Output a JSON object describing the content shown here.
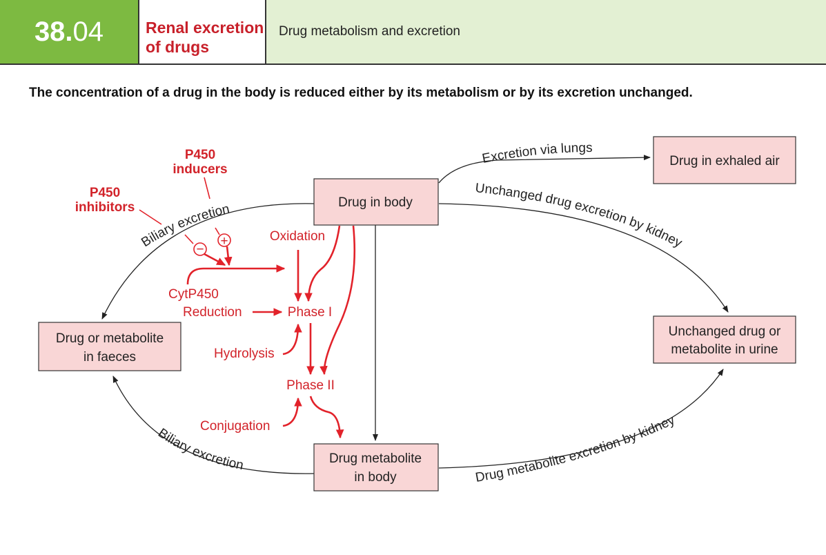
{
  "header": {
    "number_major": "38.",
    "number_minor": "04",
    "title_line1": "Renal excretion",
    "title_line2": "of drugs",
    "subtitle": "Drug metabolism and excretion"
  },
  "headline": "The concentration of a drug in the body is reduced either by its metabolism or by its excretion unchanged.",
  "boxes": {
    "drug_in_body": "Drug in body",
    "exhaled_air": "Drug in exhaled air",
    "faeces_line1": "Drug or metabolite",
    "faeces_line2": "in faeces",
    "urine_line1": "Unchanged drug or",
    "urine_line2": "metabolite in urine",
    "metabolite_line1": "Drug metabolite",
    "metabolite_line2": "in body"
  },
  "paths": {
    "lungs": "Excretion via lungs",
    "unchanged_kidney": "Unchanged drug excretion by kidney",
    "biliary_top": "Biliary excretion",
    "biliary_bottom": "Biliary excretion",
    "metabolite_kidney": "Drug metabolite excretion by kidney"
  },
  "metabolism": {
    "p450_inducers_line1": "P450",
    "p450_inducers_line2": "inducers",
    "p450_inhibitors_line1": "P450",
    "p450_inhibitors_line2": "inhibitors",
    "minus_symbol": "−",
    "plus_symbol": "+",
    "oxidation": "Oxidation",
    "cyt_p450": "CytP450",
    "reduction": "Reduction",
    "phase1": "Phase I",
    "hydrolysis": "Hydrolysis",
    "phase2": "Phase II",
    "conjugation": "Conjugation"
  },
  "colors": {
    "header_green": "#7dba41",
    "header_light_green": "#e3f0d3",
    "title_red": "#c8202a",
    "pathway_red": "#e2222a",
    "box_fill": "#f9d6d6"
  }
}
